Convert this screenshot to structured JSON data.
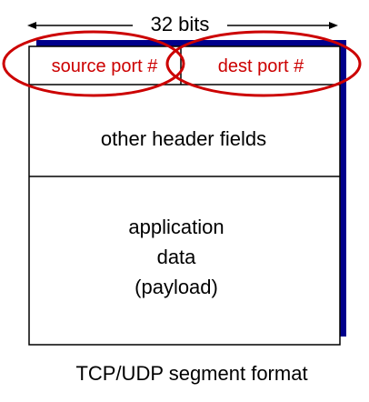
{
  "width_label": "32 bits",
  "fields": {
    "source_port": "source port #",
    "dest_port": "dest port #",
    "other_header": "other header fields",
    "app_data_line1": "application",
    "app_data_line2": "data",
    "app_data_line3": "(payload)"
  },
  "caption": "TCP/UDP segment format",
  "colors": {
    "shadow": "#00008b",
    "highlight": "#cc0000",
    "text": "#000000",
    "border": "#000000"
  }
}
